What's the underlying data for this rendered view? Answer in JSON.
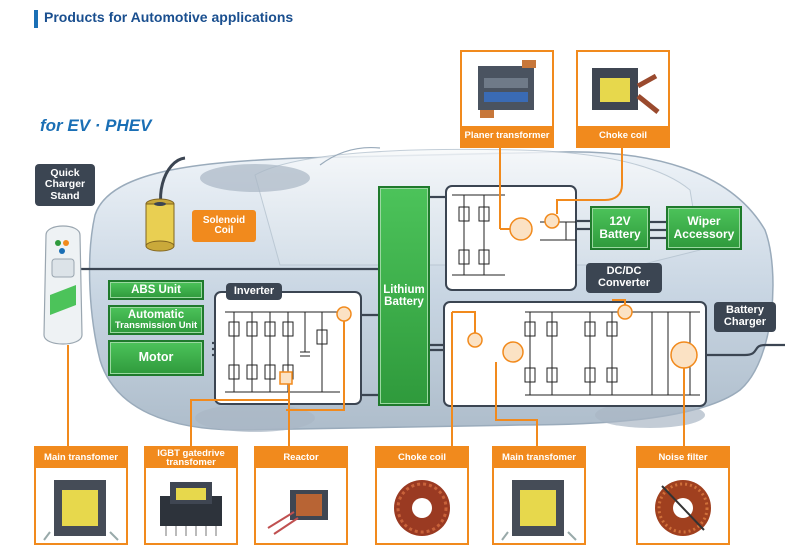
{
  "header": {
    "title": "Products for Automotive applications",
    "subtitle": "for EV · PHEV"
  },
  "stand": {
    "label_lines": [
      "Quick",
      "Charger",
      "Stand"
    ]
  },
  "solenoid": {
    "line1": "Solenoid",
    "line2": "Coil"
  },
  "green": {
    "abs": "ABS Unit",
    "auto1": "Automatic",
    "auto2": "Transmission Unit",
    "motor": "Motor",
    "battery1": "Lithium",
    "battery2": "Battery",
    "v12_1": "12V",
    "v12_2": "Battery",
    "wiper1": "Wiper",
    "wiper2": "Accessory"
  },
  "dark": {
    "inverter": "Inverter",
    "dcdc1": "DC/DC",
    "dcdc2": "Converter",
    "charger1": "Battery",
    "charger2": "Charger"
  },
  "products_top": [
    {
      "label": "Planer transformer",
      "icon": "planar-transformer-icon"
    },
    {
      "label": "Choke coil",
      "icon": "choke-coil-icon"
    }
  ],
  "products_bottom": [
    {
      "label": "Main transfomer",
      "icon": "main-transformer-icon"
    },
    {
      "label": "IGBT gatedrive transfomer",
      "icon": "igbt-transformer-icon"
    },
    {
      "label": "Reactor",
      "icon": "reactor-icon"
    },
    {
      "label": "Choke coil",
      "icon": "toroid-choke-icon"
    },
    {
      "label": "Main transfomer",
      "icon": "main-transformer-icon"
    },
    {
      "label": "Noise filter",
      "icon": "noise-filter-icon"
    }
  ],
  "colors": {
    "accent": "#f18a1d",
    "green": "#3aaa46",
    "dark": "#3b4552",
    "title": "#1a4f8f"
  }
}
